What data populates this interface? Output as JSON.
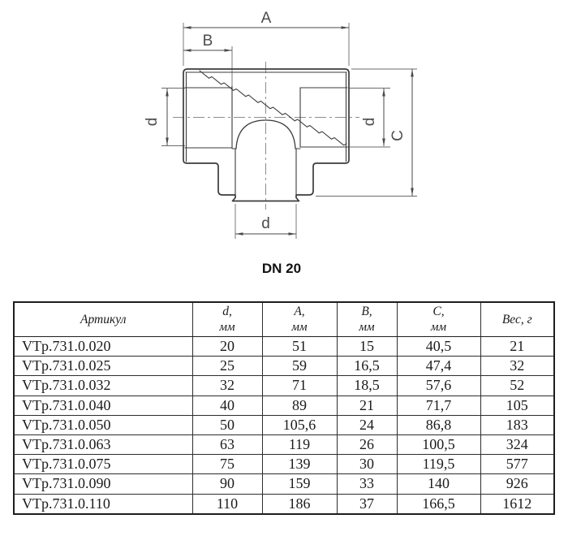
{
  "diagram": {
    "caption": "DN 20",
    "dim_labels": {
      "a": "A",
      "b": "B",
      "c": "C",
      "d_left": "d",
      "d_right": "d",
      "d_bottom": "d"
    },
    "line_color": "#3b3b3b",
    "dim_color": "#555555"
  },
  "table": {
    "headers": [
      {
        "title": "Артикул",
        "unit": ""
      },
      {
        "title": "d,",
        "unit": "мм"
      },
      {
        "title": "A,",
        "unit": "мм"
      },
      {
        "title": "B,",
        "unit": "мм"
      },
      {
        "title": "C,",
        "unit": "мм"
      },
      {
        "title": "Вес, г",
        "unit": ""
      }
    ],
    "rows": [
      [
        "VTp.731.0.020",
        "20",
        "51",
        "15",
        "40,5",
        "21"
      ],
      [
        "VTp.731.0.025",
        "25",
        "59",
        "16,5",
        "47,4",
        "32"
      ],
      [
        "VTp.731.0.032",
        "32",
        "71",
        "18,5",
        "57,6",
        "52"
      ],
      [
        "VTp.731.0.040",
        "40",
        "89",
        "21",
        "71,7",
        "105"
      ],
      [
        "VTp.731.0.050",
        "50",
        "105,6",
        "24",
        "86,8",
        "183"
      ],
      [
        "VTp.731.0.063",
        "63",
        "119",
        "26",
        "100,5",
        "324"
      ],
      [
        "VTp.731.0.075",
        "75",
        "139",
        "30",
        "119,5",
        "577"
      ],
      [
        "VTp.731.0.090",
        "90",
        "159",
        "33",
        "140",
        "926"
      ],
      [
        "VTp.731.0.110",
        "110",
        "186",
        "37",
        "166,5",
        "1612"
      ]
    ]
  }
}
